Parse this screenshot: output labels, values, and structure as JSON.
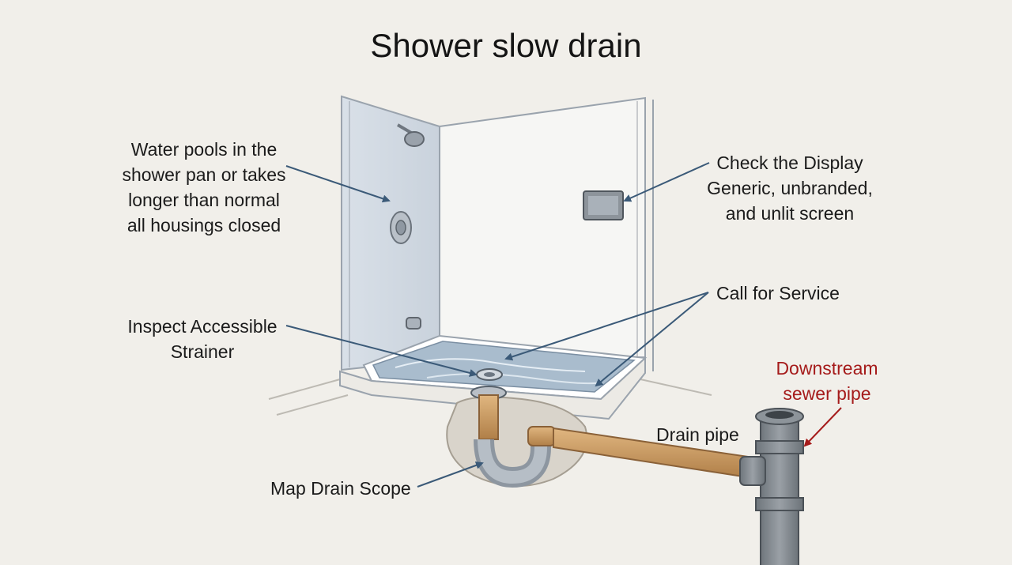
{
  "title": "Shower slow drain",
  "callouts": {
    "water_pools": [
      "Water pools in the",
      "shower pan or takes",
      "longer than normal",
      "all housings closed"
    ],
    "check_display": [
      "Check the Display",
      "Generic, unbranded,",
      "and unlit screen"
    ],
    "call_service": "Call for Service",
    "inspect_strainer": [
      "Inspect Accessible",
      "Strainer"
    ],
    "downstream": [
      "Downstream",
      "sewer pipe"
    ],
    "drain_pipe": "Drain pipe",
    "map_scope": "Map Drain Scope"
  },
  "colors": {
    "background": "#f1efea",
    "arrow": "#3b5a78",
    "alert": "#a51b1b",
    "wall": "#dfe4ea",
    "water": "#a9bccd",
    "copper": "#c99a62",
    "sewer": "#8a9096"
  }
}
